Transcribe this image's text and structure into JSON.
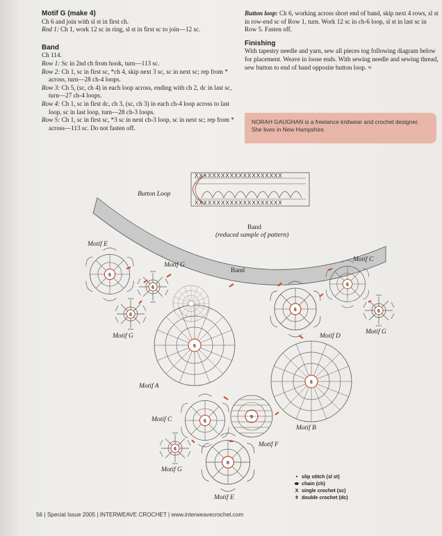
{
  "motif_g": {
    "heading": "Motif G (make 4)",
    "line1": "Ch 6 and join with sl st in first ch.",
    "rnd1_label": "Rnd 1:",
    "rnd1_text": " Ch 1, work 12 sc in ring, sl st in first sc to join—12 sc."
  },
  "band": {
    "heading": "Band",
    "ch": "Ch 114.",
    "rows": [
      {
        "label": "Row 1:",
        "text": " Sc in 2nd ch from hook, turn—113 sc."
      },
      {
        "label": "Row 2:",
        "text": " Ch 1, sc in first sc, *ch 4, skip next 3 sc, sc in next sc; rep from * across, turn—28 ch-4 loops."
      },
      {
        "label": "Row 3:",
        "text": " Ch 5, (sc, ch 4) in each loop across, ending with ch 2, dc in last sc, turn—27 ch-4 loops."
      },
      {
        "label": "Row 4:",
        "text": " Ch 1, sc in first dc, ch 3, (sc, ch 3) in each ch-4 loop across to last loop, sc in last loop, turn—28 ch-3 loops."
      },
      {
        "label": "Row 5:",
        "text": " Ch 1, sc in first sc, *3 sc in next ch-3 loop, sc in next sc; rep from * across—113 sc. Do not fasten off."
      }
    ]
  },
  "button_loop": {
    "label": "Button loop:",
    "text": " Ch 6, working across short end of band, skip next 4 rows, sl st in row-end sc of Row 1, turn. Work 12 sc in ch-6 loop, sl st in last sc in Row 5. Fasten off."
  },
  "finishing": {
    "heading": "Finishing",
    "text": "With tapestry needle and yarn, sew all pieces tog following diagram below for placement. Weave in loose ends. With sewing needle and sewing thread, sew button to end of band opposite button loop."
  },
  "bio": "NORAH GAUGHAN is a freelance knitwear and crochet designer. She lives in New Hampshire.",
  "diagram": {
    "button_loop": "Button Loop",
    "band_sample_1": "Band",
    "band_sample_2": "(reduced sample of pattern)",
    "band": "Band",
    "motifs": {
      "e_top": "Motif E",
      "g_top": "Motif G",
      "c_right": "Motif C",
      "g_left": "Motif G",
      "d": "Motif D",
      "g_right": "Motif G",
      "a": "Motif A",
      "c_bottom": "Motif C",
      "b": "Motif B",
      "f": "Motif F",
      "g_bottom": "Motif G",
      "e_bottom": "Motif E"
    },
    "numbers": {
      "six": "6",
      "nine": "9"
    }
  },
  "legend": [
    {
      "symbol": "•",
      "text": "slip stitch (sl st)"
    },
    {
      "symbol": "⬬",
      "text": "chain (ch)"
    },
    {
      "symbol": "X",
      "text": "single crochet (sc)"
    },
    {
      "symbol": "ǂ",
      "text": "double crochet (dc)"
    }
  ],
  "footer": {
    "page": "56",
    "issue": "Special Issue 2005",
    "mag": "INTERWEAVE CROCHET",
    "url": "www.interweavecrochet.com",
    "sep": "|"
  },
  "colors": {
    "band": "#c9c9c9",
    "accent": "#c0502a",
    "bio": "#e9b7a9"
  }
}
